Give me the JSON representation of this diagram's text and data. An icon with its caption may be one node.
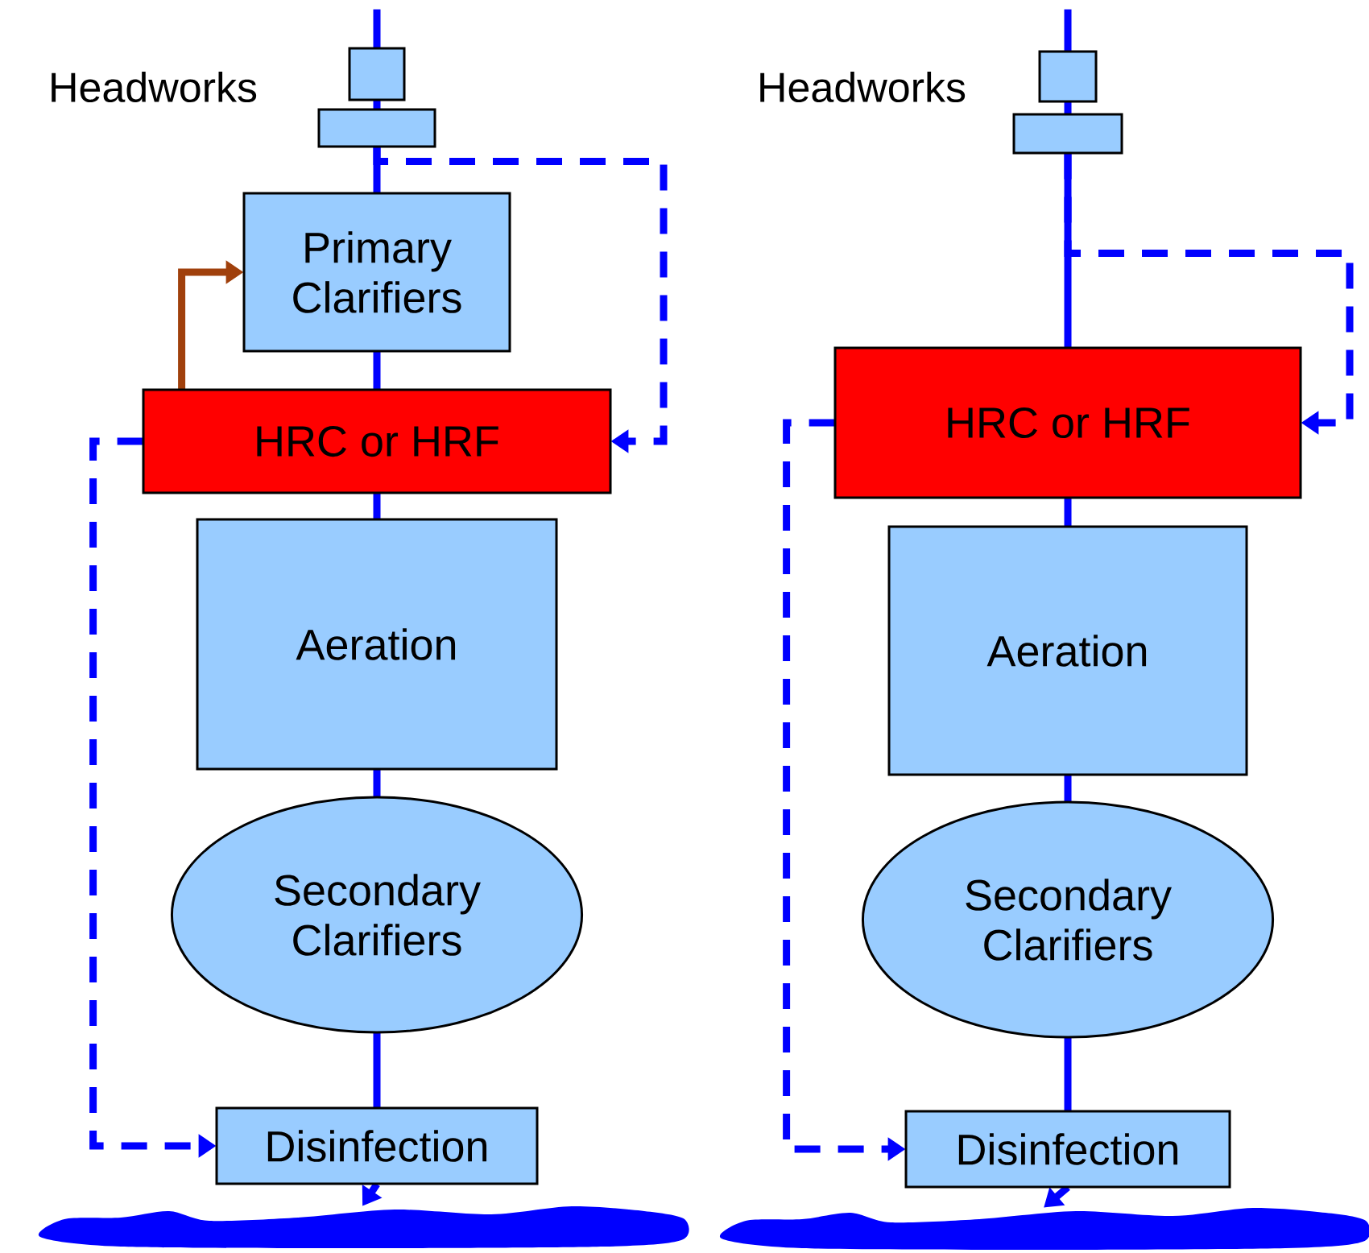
{
  "diagram": {
    "nodes": [
      {
        "text": [],
        "shape": "box",
        "beside": [
          "Headworks"
        ]
      },
      {
        "text": [],
        "shape": "box"
      },
      {
        "text": [
          "Primary Clarifiers"
        ]
      },
      {
        "text": [
          "HRC or HRF"
        ]
      },
      {
        "text": [
          "Aeration"
        ]
      },
      {
        "text": [
          "Secondary Clarifiers"
        ]
      },
      {
        "text": [
          "Disinfection"
        ]
      },
      {
        "text": [],
        "shape": "blob"
      },
      {
        "text": [],
        "shape": "box",
        "beside": [
          "Headworks"
        ]
      },
      {
        "text": [],
        "shape": "box"
      },
      {
        "text": [
          "HRC or HRF"
        ]
      },
      {
        "text": [
          "Aeration"
        ]
      },
      {
        "text": [
          "Secondary Clarifiers"
        ]
      },
      {
        "text": [
          "Disinfection"
        ]
      },
      {
        "text": [],
        "shape": "blob"
      }
    ],
    "edges": [
      {
        "from": null,
        "to": 0,
        "arrow": "none"
      },
      {
        "from": 0,
        "to": 1,
        "arrow": "none"
      },
      {
        "from": 1,
        "to": 2,
        "arrow": "none"
      },
      {
        "from": 2,
        "to": 3,
        "arrow": "none"
      },
      {
        "from": 3,
        "to": 4,
        "arrow": "none"
      },
      {
        "from": 4,
        "to": 5,
        "arrow": "none"
      },
      {
        "from": 5,
        "to": 6,
        "arrow": "none"
      },
      {
        "from": 6,
        "to": 7,
        "arrow": "to"
      },
      {
        "from": 1,
        "to": 3,
        "arrow": "to",
        "style": "dashed"
      },
      {
        "from": 3,
        "to": 2,
        "arrow": "to",
        "color": "#a0400c"
      },
      {
        "from": 3,
        "to": 6,
        "arrow": "to",
        "style": "dashed"
      },
      {
        "from": null,
        "to": 8,
        "arrow": "none"
      },
      {
        "from": 8,
        "to": 9,
        "arrow": "none"
      },
      {
        "from": 9,
        "to": 10,
        "arrow": "none"
      },
      {
        "from": 10,
        "to": 11,
        "arrow": "none"
      },
      {
        "from": 11,
        "to": 12,
        "arrow": "none"
      },
      {
        "from": 12,
        "to": 13,
        "arrow": "none"
      },
      {
        "from": 13,
        "to": 14,
        "arrow": "to"
      },
      {
        "from": 9,
        "to": 10,
        "arrow": "to",
        "style": "dashed"
      },
      {
        "from": 10,
        "to": 13,
        "arrow": "to",
        "style": "dashed"
      }
    ]
  }
}
